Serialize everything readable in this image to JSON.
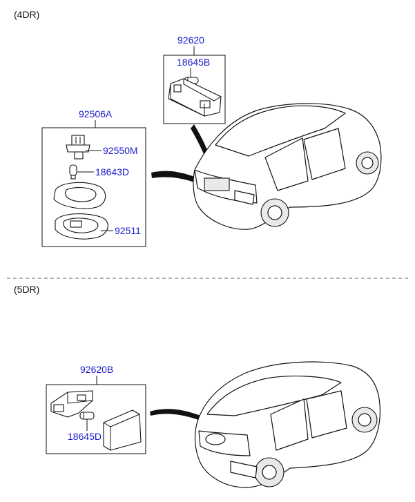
{
  "sections": {
    "top": "(4DR)",
    "bottom": "(5DR)"
  },
  "labels": {
    "p92620": "92620",
    "p18645B": "18645B",
    "p92506A": "92506A",
    "p92550M": "92550M",
    "p18643D": "18643D",
    "p92511": "92511",
    "p92620B": "92620B",
    "p18645D": "18645D"
  },
  "colors": {
    "part_number": "#1a1acc",
    "section_label": "#111111",
    "lines": "#111111",
    "divider": "#666666"
  }
}
